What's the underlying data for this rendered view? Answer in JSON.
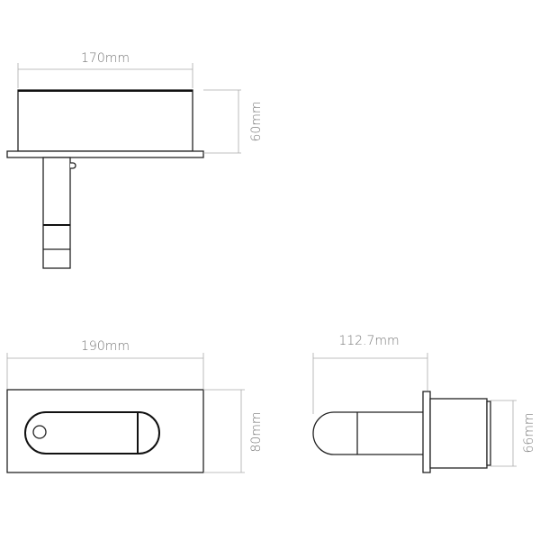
{
  "views": {
    "side_view": {
      "width_label": "170mm",
      "height_label": "60mm"
    },
    "front_view": {
      "width_label": "190mm",
      "height_label": "80mm"
    },
    "profile_view": {
      "width_label": "112.7mm",
      "height_label": "66mm"
    }
  },
  "colors": {
    "line": "#222222",
    "dimension": "#aaaaaa",
    "text": "#777777"
  }
}
